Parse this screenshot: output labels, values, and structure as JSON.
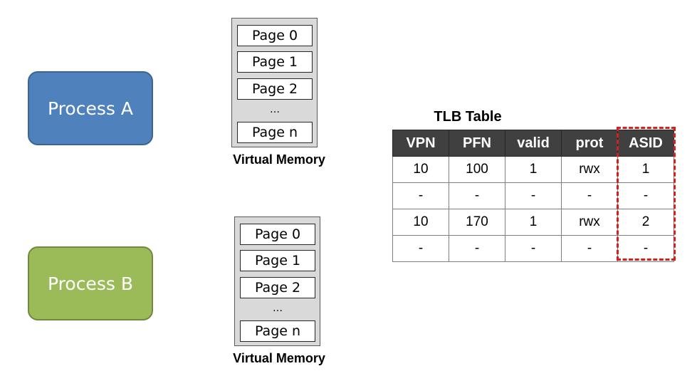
{
  "processes": [
    {
      "label": "Process A",
      "color": "#4f81bd"
    },
    {
      "label": "Process B",
      "color": "#9bbb59"
    }
  ],
  "virtual_memory": [
    {
      "pages": [
        "Page 0",
        "Page 1",
        "Page 2"
      ],
      "ellipsis": "…",
      "last_page": "Page n",
      "label": "Virtual Memory"
    },
    {
      "pages": [
        "Page 0",
        "Page 1",
        "Page 2"
      ],
      "ellipsis": "…",
      "last_page": "Page n",
      "label": "Virtual Memory"
    }
  ],
  "tlb": {
    "title": "TLB Table",
    "columns": [
      "VPN",
      "PFN",
      "valid",
      "prot",
      "ASID"
    ],
    "rows": [
      [
        "10",
        "100",
        "1",
        "rwx",
        "1"
      ],
      [
        "-",
        "-",
        "-",
        "-",
        "-"
      ],
      [
        "10",
        "170",
        "1",
        "rwx",
        "2"
      ],
      [
        "-",
        "-",
        "-",
        "-",
        "-"
      ]
    ],
    "highlight_column": "ASID",
    "highlight_color": "#d61f1f"
  }
}
